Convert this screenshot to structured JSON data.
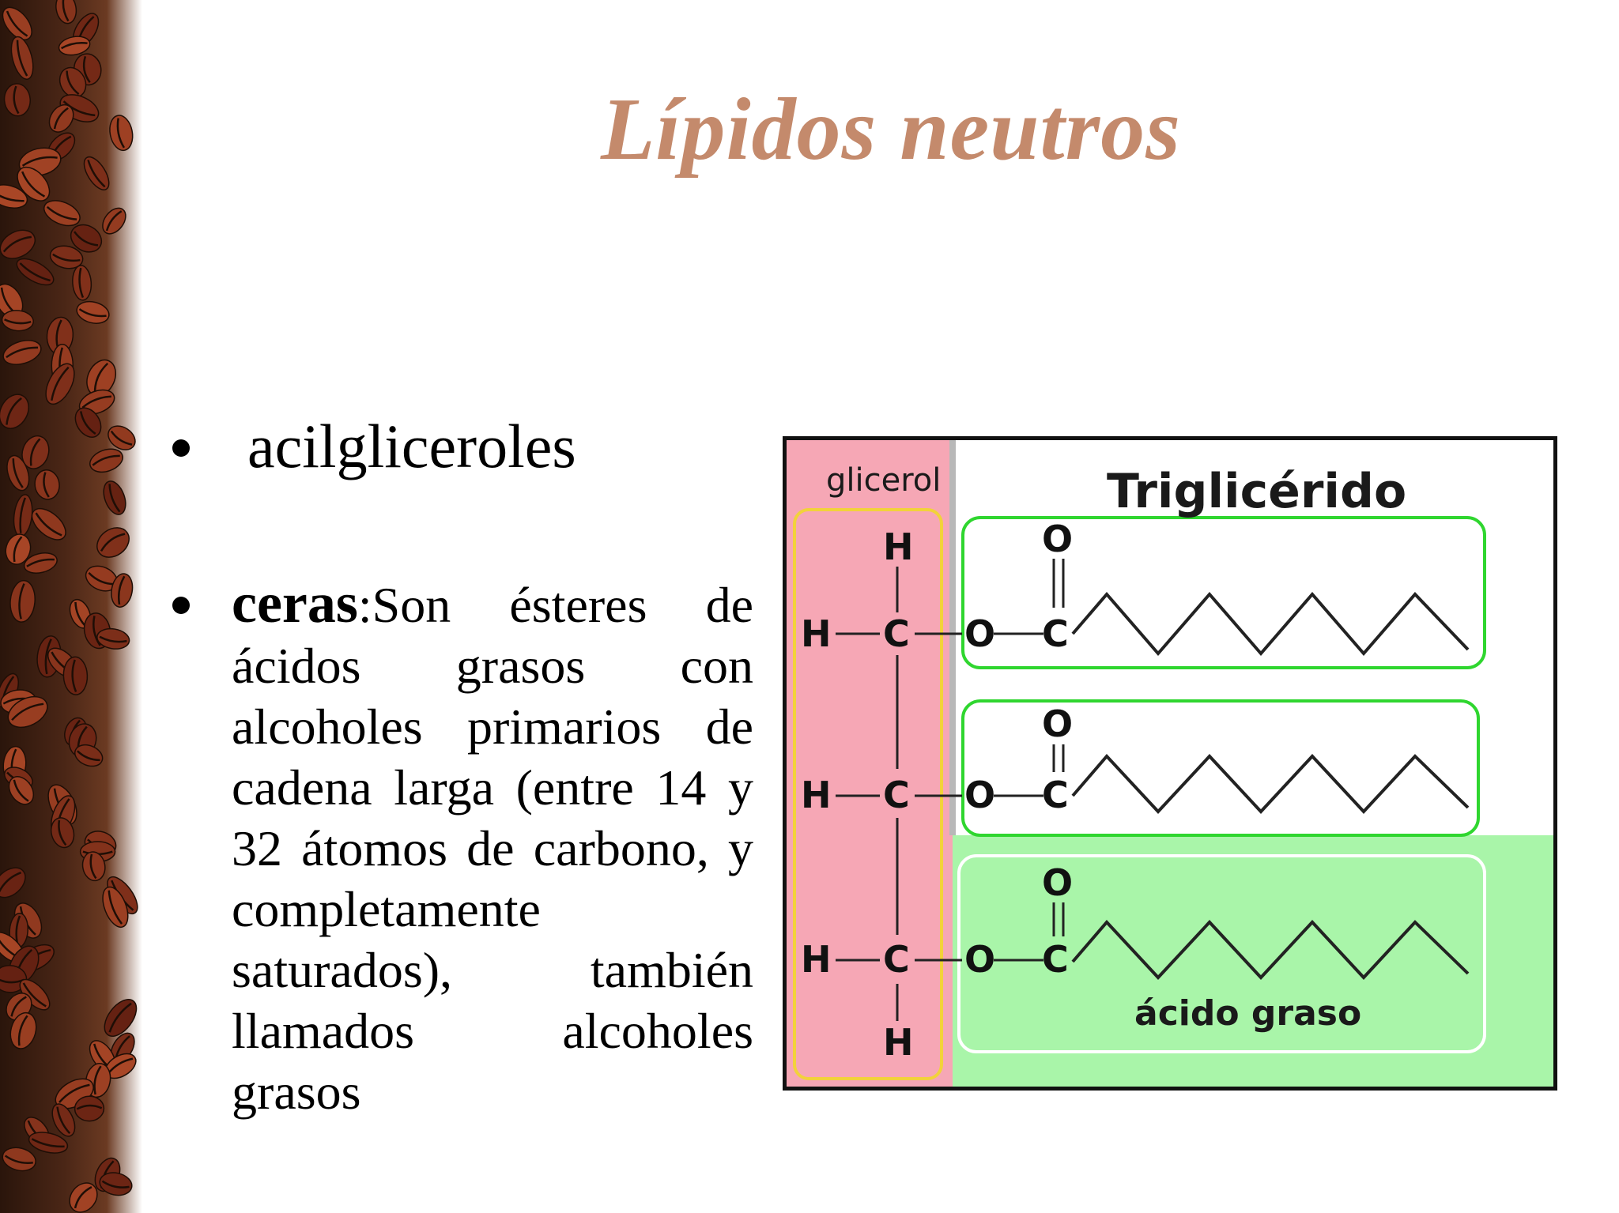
{
  "slide": {
    "title": "Lípidos neutros",
    "bullets": [
      {
        "text": "acilgliceroles"
      },
      {
        "keyword": "ceras",
        "text": ":Son ésteres de ácidos grasos con alcoholes primarios de cadena larga (entre 14 y 32 átomos de carbono, y completamente saturados), también llamados alcoholes grasos"
      }
    ]
  },
  "figure": {
    "label_glycerol": "glicerol",
    "label_title": "Triglicérido",
    "label_fatty_acid": "ácido graso",
    "atoms": {
      "h": "H",
      "c": "C",
      "o": "O"
    },
    "colors": {
      "glycerol_bg": "#f6a7b5",
      "glycerol_outline": "#f2d23a",
      "acid_outline": "#2fd62f",
      "acid_bg": "#a9f5a9"
    }
  },
  "theme": {
    "title_color": "#c48a6c"
  }
}
